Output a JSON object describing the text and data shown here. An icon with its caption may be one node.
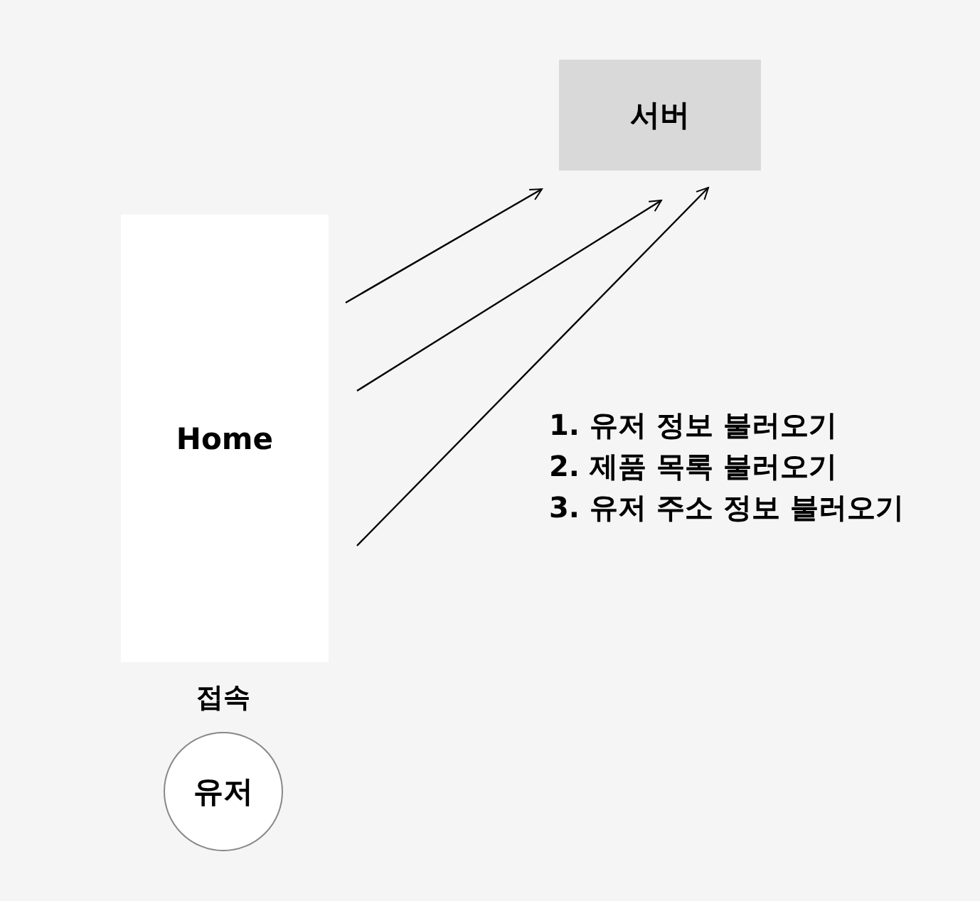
{
  "diagram": {
    "nodes": [
      {
        "text": [
          "서버"
        ]
      },
      {
        "text": [
          "Home"
        ]
      },
      {
        "text": [
          "유저"
        ]
      }
    ],
    "edges": [
      {
        "from": 1,
        "to": 0,
        "arrow": "to"
      },
      {
        "from": 1,
        "to": 0,
        "arrow": "to"
      },
      {
        "from": 1,
        "to": 0,
        "arrow": "to"
      }
    ],
    "labels": [
      "접속",
      "1. 유저 정보 불러오기",
      "2. 제품 목록 불러오기",
      "3. 유저 주소 정보 불러오기"
    ]
  }
}
